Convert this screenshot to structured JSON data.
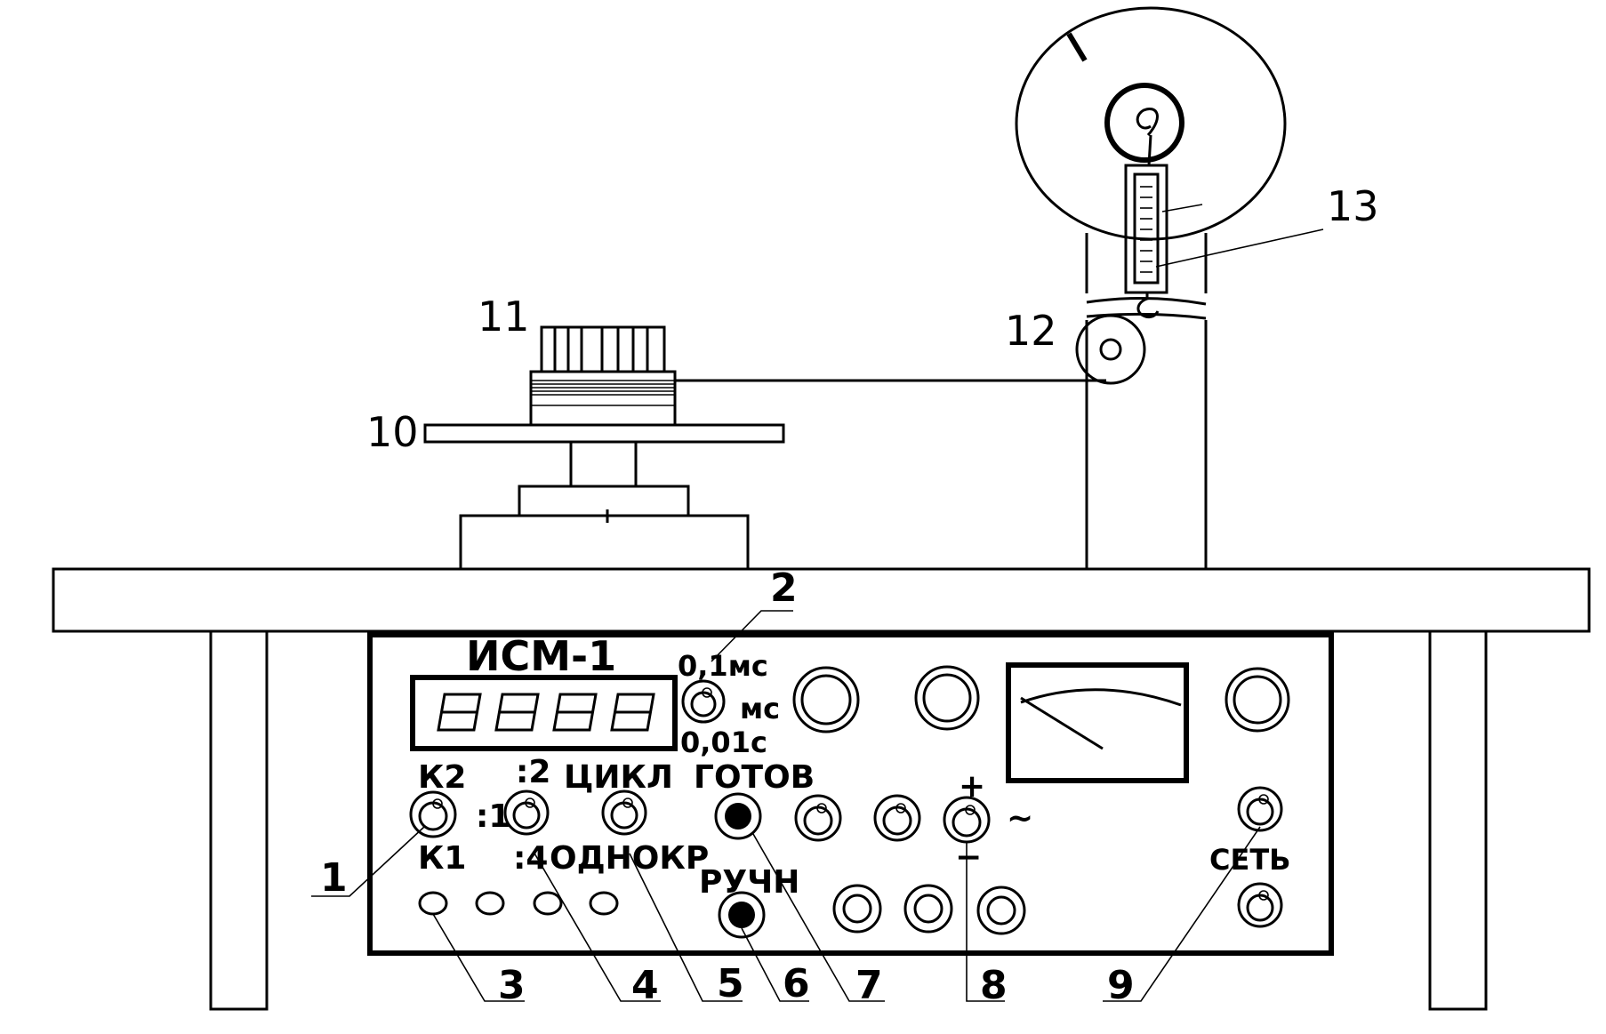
{
  "device": {
    "name": "ИСМ-1"
  },
  "panel_labels": {
    "range_01ms": "0,1мс",
    "range_ms": "мс",
    "range_001s": "0,01с",
    "k2": "К2",
    "k1": "К1",
    "div2": ":2",
    "div1": ":1",
    "div4": ":4",
    "cycle": "ЦИКЛ",
    "single": "ОДНОКР",
    "ready": "ГОТОВ",
    "manual": "РУЧН",
    "plus": "+",
    "minus": "−",
    "ac": "~",
    "mains": "СЕТЬ"
  },
  "callouts": {
    "c1": "1",
    "c2": "2",
    "c3": "3",
    "c4": "4",
    "c5": "5",
    "c6": "6",
    "c7": "7",
    "c8": "8",
    "c9": "9",
    "c10": "10",
    "c11": "11",
    "c12": "12",
    "c13": "13"
  }
}
